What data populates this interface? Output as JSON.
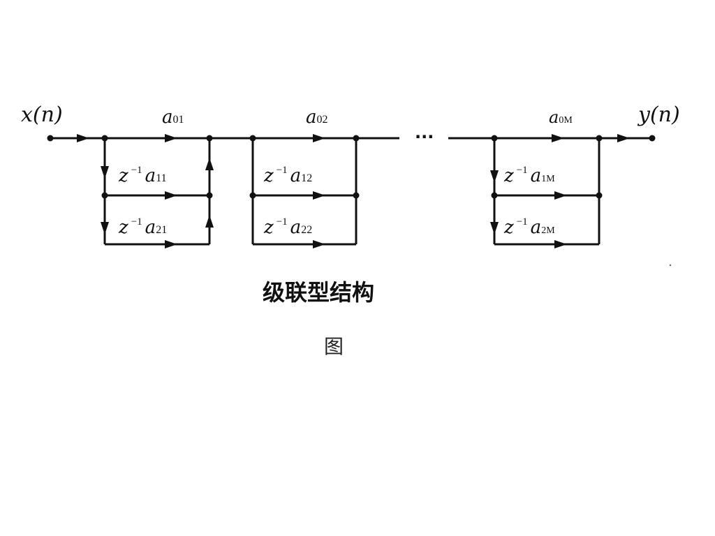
{
  "input_label": "x(n)",
  "output_label": "y(n)",
  "ellipsis": "···",
  "sections": [
    {
      "feedforward": {
        "main": "a",
        "sub": "01"
      },
      "row1": {
        "zpow": "z",
        "exp": "−1",
        "coef": "a",
        "sub": "11"
      },
      "row2": {
        "zpow": "z",
        "exp": "−1",
        "coef": "a",
        "sub": "21"
      }
    },
    {
      "feedforward": {
        "main": "a",
        "sub": "02"
      },
      "row1": {
        "zpow": "z",
        "exp": "−1",
        "coef": "a",
        "sub": "12"
      },
      "row2": {
        "zpow": "z",
        "exp": "−1",
        "coef": "a",
        "sub": "22"
      }
    },
    {
      "feedforward": {
        "main": "a",
        "sub": "0M"
      },
      "row1": {
        "zpow": "z",
        "exp": "−1",
        "coef": "a",
        "sub": "1M"
      },
      "row2": {
        "zpow": "z",
        "exp": "−1",
        "coef": "a",
        "sub": "2M"
      }
    }
  ],
  "title": "级联型结构",
  "figure_label": "图"
}
